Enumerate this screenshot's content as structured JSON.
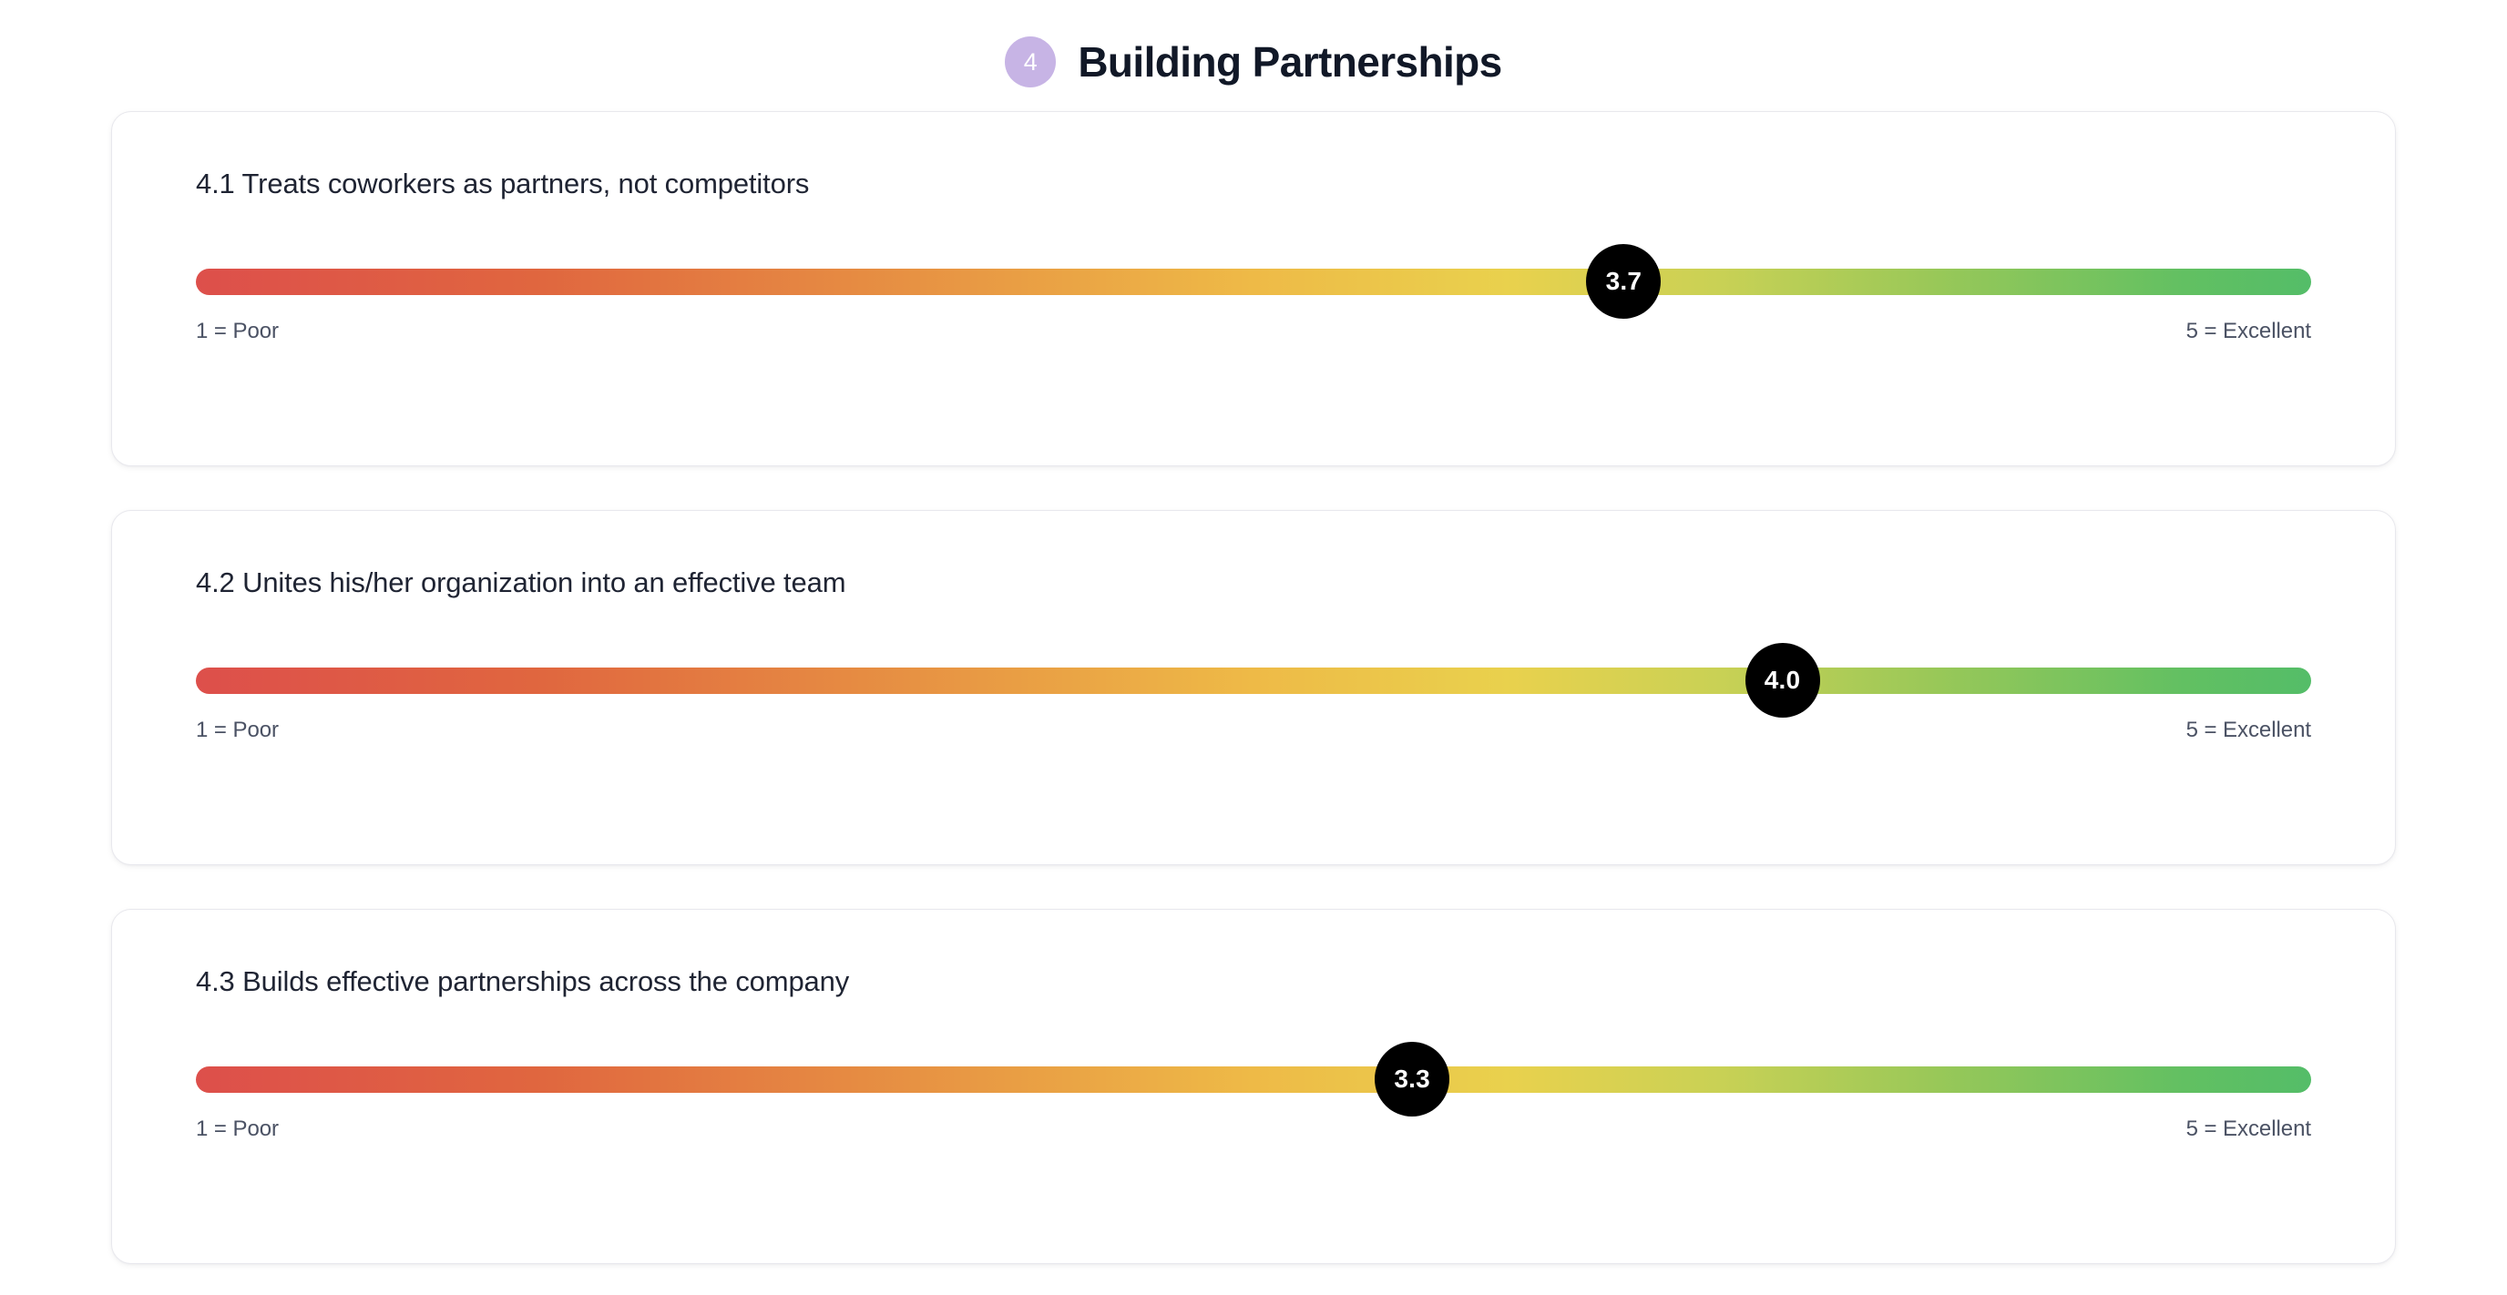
{
  "header": {
    "badge_number": "4",
    "title": "Building Partnerships",
    "badge_color": "#c7b4e5"
  },
  "scale": {
    "min_label": "1 = Poor",
    "max_label": "5 = Excellent",
    "min_value": 1,
    "max_value": 5,
    "gradient_start_color": "#dd4f4b",
    "gradient_mid_color": "#eeba47",
    "gradient_end_color": "#54bd68",
    "bubble_color": "#000000"
  },
  "questions": [
    {
      "id": "4.1",
      "text": "4.1 Treats coworkers as partners, not competitors",
      "score": "3.7",
      "score_value": 3.7,
      "percent": 67.5
    },
    {
      "id": "4.2",
      "text": "4.2 Unites his/her organization into an effective team",
      "score": "4.0",
      "score_value": 4.0,
      "percent": 75
    },
    {
      "id": "4.3",
      "text": "4.3 Builds effective partnerships across the company",
      "score": "3.3",
      "score_value": 3.3,
      "percent": 57.5
    }
  ],
  "chart_data": {
    "type": "bar",
    "title": "Building Partnerships",
    "xlabel": "",
    "ylabel": "",
    "categories": [
      "4.1 Treats coworkers as partners, not competitors",
      "4.2 Unites his/her organization into an effective team",
      "4.3 Builds effective partnerships across the company"
    ],
    "values": [
      3.7,
      4.0,
      3.3
    ],
    "xlim": [
      1,
      5
    ],
    "grid": false,
    "legend": "none",
    "scale_min_label": "1 = Poor",
    "scale_max_label": "5 = Excellent"
  }
}
